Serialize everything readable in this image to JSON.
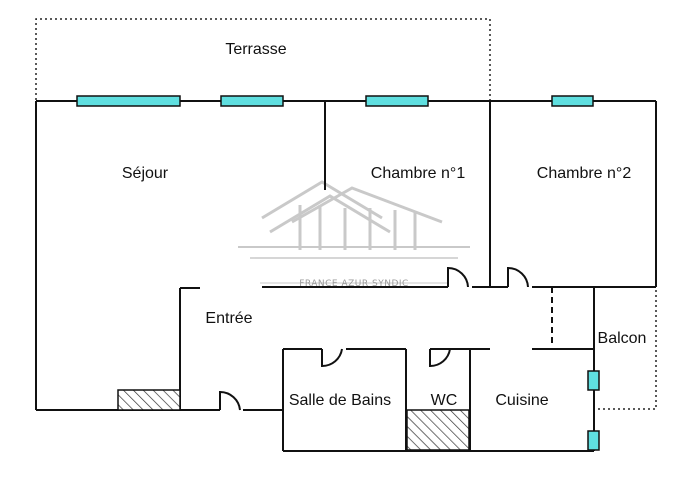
{
  "rooms": {
    "terrasse": "Terrasse",
    "sejour": "Séjour",
    "chambre1": "Chambre n°1",
    "chambre2": "Chambre n°2",
    "entree": "Entrée",
    "balcon": "Balcon",
    "salle_de_bains": "Salle de Bains",
    "wc": "WC",
    "cuisine": "Cuisine"
  },
  "watermark": {
    "text": "FRANCE AZUR SYNDIC",
    "icon": "mountain-logo-icon"
  },
  "colors": {
    "wall": "#111111",
    "window": "#5fdfe0",
    "hatch": "#333333",
    "watermark": "#9a9a9a"
  }
}
